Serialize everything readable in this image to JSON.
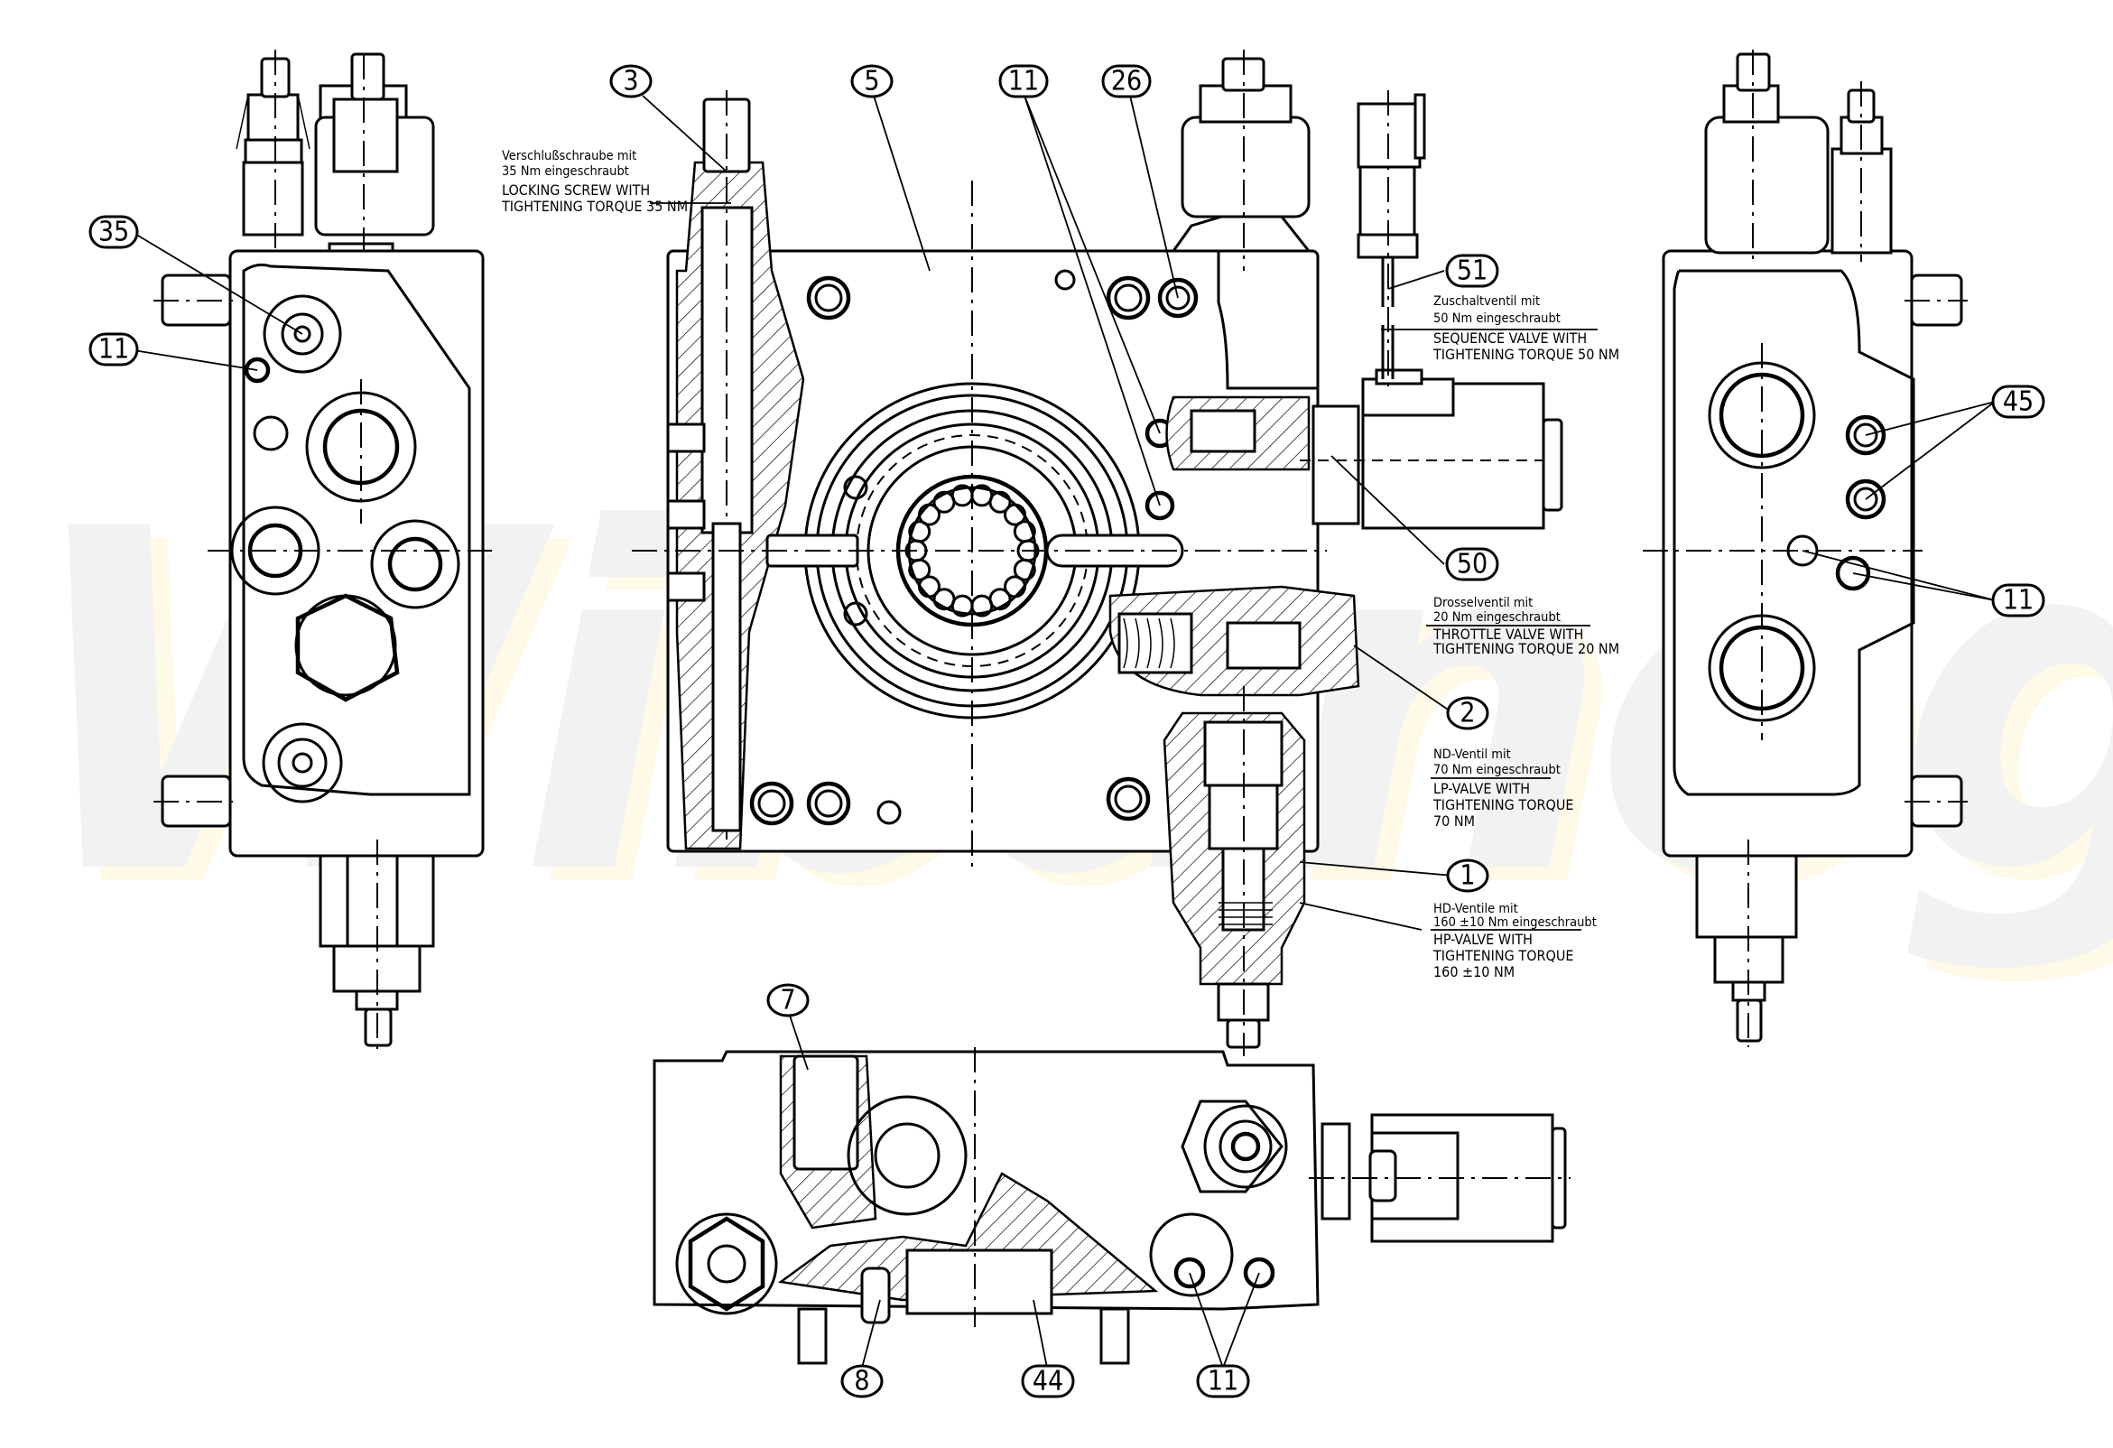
{
  "drawing": {
    "title": "Hydraulic valve block assembly - multi-view technical drawing",
    "watermark": "Wibanog",
    "colors": {
      "line": "#000000",
      "background": "#ffffff",
      "watermark": "#f2f2f2",
      "watermark_shadow": "#fff9e8"
    }
  },
  "balloons": [
    {
      "id": "b35",
      "label": "35",
      "view": "left-side"
    },
    {
      "id": "b11a",
      "label": "11",
      "view": "left-side"
    },
    {
      "id": "b3",
      "label": "3",
      "view": "front"
    },
    {
      "id": "b5",
      "label": "5",
      "view": "front"
    },
    {
      "id": "b11b",
      "label": "11",
      "view": "front"
    },
    {
      "id": "b26",
      "label": "26",
      "view": "front"
    },
    {
      "id": "b51",
      "label": "51",
      "view": "front"
    },
    {
      "id": "b50",
      "label": "50",
      "view": "front"
    },
    {
      "id": "b2",
      "label": "2",
      "view": "front"
    },
    {
      "id": "b1",
      "label": "1",
      "view": "front"
    },
    {
      "id": "b45",
      "label": "45",
      "view": "right-side"
    },
    {
      "id": "b11c",
      "label": "11",
      "view": "right-side"
    },
    {
      "id": "b7",
      "label": "7",
      "view": "bottom"
    },
    {
      "id": "b8",
      "label": "8",
      "view": "bottom"
    },
    {
      "id": "b44",
      "label": "44",
      "view": "bottom"
    },
    {
      "id": "b11d",
      "label": "11",
      "view": "bottom"
    }
  ],
  "notes": {
    "locking_screw": {
      "de_line1": "Verschlußschraube mit",
      "de_line2": "35 Nm eingeschraubt",
      "en_line1": "LOCKING SCREW WITH",
      "en_line2": "TIGHTENING TORQUE 35 NM"
    },
    "sequence_valve": {
      "de_line1": "Zuschaltventil mit",
      "de_line2": "50 Nm eingeschraubt",
      "en_line1": "SEQUENCE VALVE WITH",
      "en_line2": "TIGHTENING TORQUE 50 NM"
    },
    "throttle_valve": {
      "de_line1": "Drosselventil mit",
      "de_line2": "20 Nm eingeschraubt",
      "en_line1": "THROTTLE VALVE WITH",
      "en_line2": "TIGHTENING TORQUE 20 NM"
    },
    "lp_valve": {
      "de_line1": "ND-Ventil mit",
      "de_line2": "70 Nm eingeschraubt",
      "en_line1": "LP-VALVE WITH",
      "en_line2": "TIGHTENING TORQUE",
      "en_line3": "70 NM"
    },
    "hp_valve": {
      "de_line1": "HD-Ventile mit",
      "de_line2": "160 ±10 Nm eingeschraubt",
      "en_line1": "HP-VALVE WITH",
      "en_line2": "TIGHTENING TORQUE",
      "en_line3": "160 ±10 NM"
    }
  }
}
